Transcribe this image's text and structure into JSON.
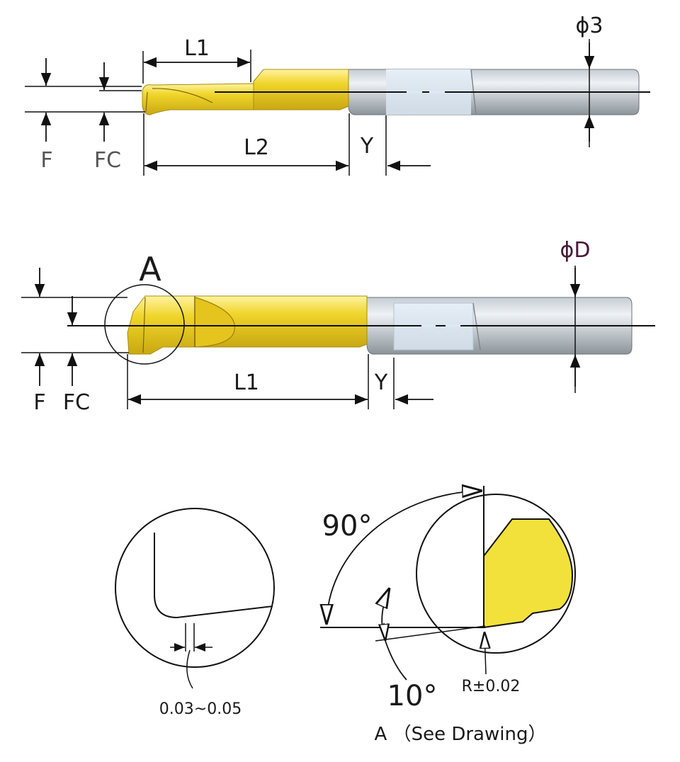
{
  "diagram_top": {
    "dia_label": "ϕ3",
    "l1": "L1",
    "l2": "L2",
    "y": "Y",
    "f": "F",
    "fc": "FC"
  },
  "diagram_mid": {
    "detail_marker": "A",
    "dia_label": "ϕD",
    "l1": "L1",
    "y": "Y",
    "f": "F",
    "fc": "FC"
  },
  "detail_left": {
    "tolerance": "0.03~0.05"
  },
  "detail_right": {
    "angle_90": "90°",
    "angle_10": "10°",
    "radius": "R±0.02",
    "caption": "A （See Drawing）"
  },
  "colors": {
    "insert_yellow": "#f2e13a",
    "shank_blue": "#dfe9f3",
    "shank_gray": "#a9b1b8",
    "line": "#111111"
  }
}
